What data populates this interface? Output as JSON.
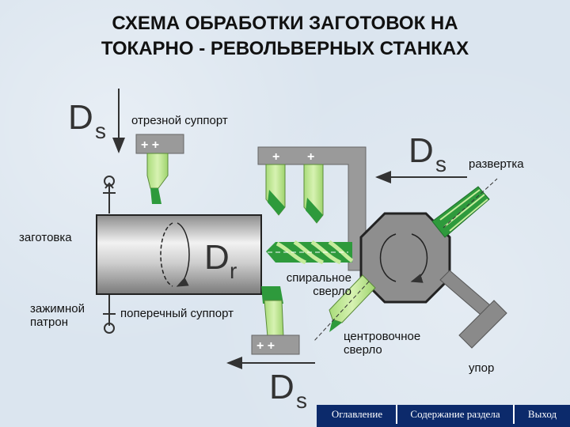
{
  "title": {
    "line1": "СХЕМА ОБРАБОТКИ ЗАГОТОВОК НА",
    "line2": "ТОКАРНО - РЕВОЛЬВЕРНЫХ СТАНКАХ"
  },
  "symbols": {
    "ds_top": {
      "main": "D",
      "sub": "s"
    },
    "ds_right": {
      "main": "D",
      "sub": "s"
    },
    "ds_bottom": {
      "main": "D",
      "sub": "s"
    },
    "dr": {
      "main": "D",
      "sub": "r"
    },
    "plus_plus": "+ +"
  },
  "labels": {
    "cutoff_support": "отрезной суппорт",
    "reamer": "развертка",
    "workpiece": "заготовка",
    "twist_drill_1": "спиральное",
    "twist_drill_2": "сверло",
    "chuck_1": "зажимной",
    "chuck_2": "патрон",
    "cross_support": "поперечный суппорт",
    "center_drill_1": "центровочное",
    "center_drill_2": "сверло",
    "stop": "упор"
  },
  "nav": {
    "toc": "Оглавление",
    "section": "Содержание раздела",
    "exit": "Выход"
  },
  "colors": {
    "tool_green": "#2e9a3c",
    "tool_light": "#c6ec9c",
    "metal_gray": "#9a9a9a",
    "nav_bg": "#0c2a6b"
  }
}
